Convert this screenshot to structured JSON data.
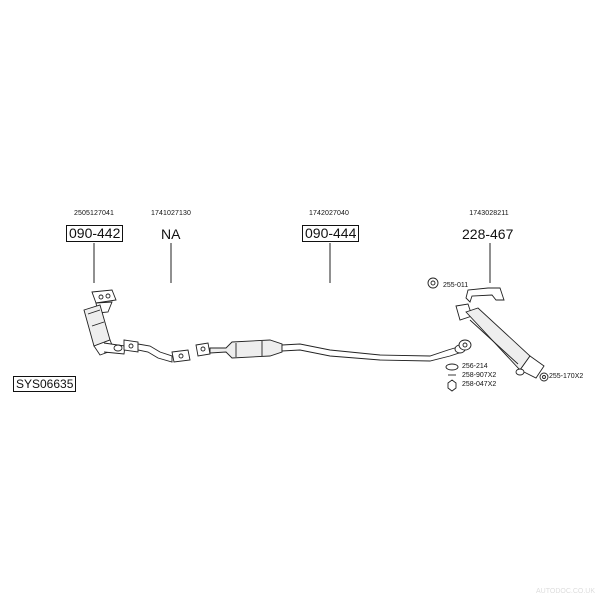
{
  "system_code": "SYS06635",
  "groups": [
    {
      "ref": "2505127041",
      "code": "090-442",
      "boxed": true
    },
    {
      "ref": "1741027130",
      "code": "NA",
      "boxed": false
    },
    {
      "ref": "1742027040",
      "code": "090-444",
      "boxed": true
    },
    {
      "ref": "1743028211",
      "code": "228-467",
      "boxed": false
    }
  ],
  "parts": {
    "p255_011": "255-011",
    "p256_214": "256-214",
    "p258_907": "258-907X2",
    "p258_047": "258-047X2",
    "p255_170": "255-170X2"
  },
  "watermark": "AUTODOC.CO.UK"
}
